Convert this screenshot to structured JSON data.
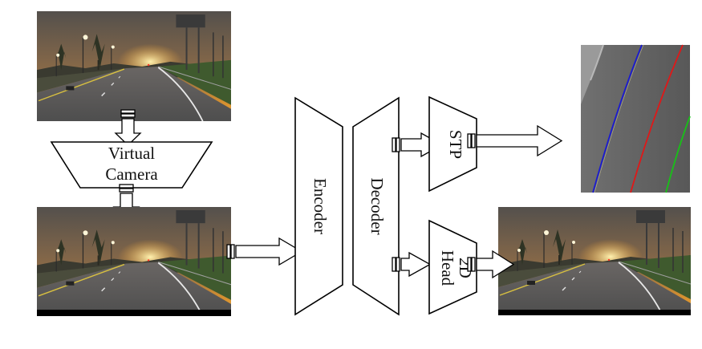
{
  "diagram": {
    "virtual_camera": {
      "line1": "Virtual",
      "line2": "Camera"
    },
    "encoder": {
      "label": "Encoder"
    },
    "decoder": {
      "label": "Decoder"
    },
    "stp": {
      "label": "STP"
    },
    "head2d": {
      "label_a": "2D",
      "label_b": "Head"
    }
  },
  "colors": {
    "sky_top": "#5a5048",
    "sunset": "#d9922f",
    "road": "#5c5c5c",
    "grass": "#3f5a2e",
    "lane_blue": "#1b1bd0",
    "lane_red": "#e01818",
    "lane_green": "#18c018",
    "bev_road": "#5e5e5e"
  }
}
